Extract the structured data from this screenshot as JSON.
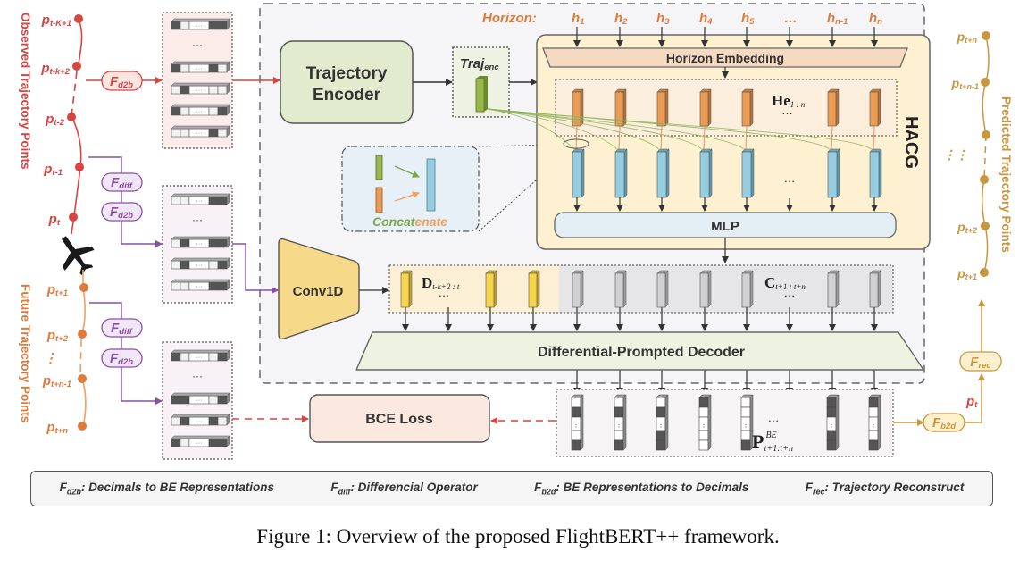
{
  "figure": {
    "caption": "Figure 1: Overview of the proposed FlightBERT++ framework."
  },
  "colors": {
    "observed": "#d9443f",
    "future": "#e07a3a",
    "predicted": "#c8963c",
    "operator_purple": "#8a4ea6",
    "encoder_fill": "#e3ebcf",
    "hacg_fill": "#fdf1d2",
    "conv_fill": "#f7d98a",
    "decoder_fill": "#eef2e0",
    "bce_fill": "#fbe9df",
    "concat_fill": "#e6f0f6"
  },
  "observed": {
    "title": "Observed Trajectory Points",
    "points": [
      {
        "base": "p",
        "sub": "t-K+1"
      },
      {
        "base": "p",
        "sub": "t-k+2"
      },
      {
        "base": "p",
        "sub": "t-2"
      },
      {
        "base": "p",
        "sub": "t-1"
      },
      {
        "base": "p",
        "sub": "t"
      }
    ]
  },
  "future": {
    "title": "Future Trajectory Points",
    "points": [
      {
        "base": "p",
        "sub": "t+1"
      },
      {
        "base": "p",
        "sub": "t+2"
      },
      {
        "base": "p",
        "sub": "t+n-1"
      },
      {
        "base": "p",
        "sub": "t+n"
      }
    ],
    "ellipsis": "⋮"
  },
  "predicted": {
    "title": "Predicted Trajectory Points",
    "points": [
      {
        "base": "p",
        "sub": "t+n"
      },
      {
        "base": "p",
        "sub": "t+n-1"
      },
      {
        "base": "p",
        "sub": "t+2"
      },
      {
        "base": "p",
        "sub": "t+1"
      }
    ],
    "ellipsis": "⋮⋮"
  },
  "operators": {
    "d2b": {
      "base": "F",
      "sub": "d2b"
    },
    "diff": {
      "base": "F",
      "sub": "diff"
    },
    "b2d": {
      "base": "F",
      "sub": "b2d"
    },
    "rec": {
      "base": "F",
      "sub": "rec"
    },
    "pt_label": {
      "base": "p",
      "sub": "t"
    }
  },
  "blocks": {
    "trajectory_encoder": [
      "Trajectory",
      "Encoder"
    ],
    "traj_enc": {
      "base": "Traj",
      "sub": "enc"
    },
    "concatenate": {
      "green": "Concat",
      "orange": "enate"
    },
    "horizon_label": "Horizon:",
    "horizons": [
      {
        "base": "h",
        "sub": "1"
      },
      {
        "base": "h",
        "sub": "2"
      },
      {
        "base": "h",
        "sub": "3"
      },
      {
        "base": "h",
        "sub": "4"
      },
      {
        "base": "h",
        "sub": "5"
      },
      {
        "base": "…",
        "sub": ""
      },
      {
        "base": "h",
        "sub": "n-1"
      },
      {
        "base": "h",
        "sub": "n"
      }
    ],
    "horizon_embedding": "Horizon Embedding",
    "he": {
      "base": "He",
      "sub": "1 : n"
    },
    "hacg": "HACG",
    "mlp": "MLP",
    "conv1d": "Conv1D",
    "d_label": {
      "base": "D",
      "sub": "t-k+2 : t"
    },
    "c_label": {
      "base": "C",
      "sub": "t+1 : t+n"
    },
    "decoder": "Differential-Prompted Decoder",
    "bce_loss": "BCE Loss",
    "p_label": {
      "base": "P",
      "sup": "BE",
      "sub": "t+1:t+n"
    },
    "ellipsis": "…"
  },
  "legend": [
    {
      "base": "F",
      "sub": "d2b",
      "text": ": Decimals to BE Representations"
    },
    {
      "base": "F",
      "sub": "diff",
      "text": ": Differencial Operator"
    },
    {
      "base": "F",
      "sub": "b2d",
      "text": ": BE Representations to Decimals"
    },
    {
      "base": "F",
      "sub": "rec",
      "text": ": Trajectory Reconstruct"
    }
  ]
}
